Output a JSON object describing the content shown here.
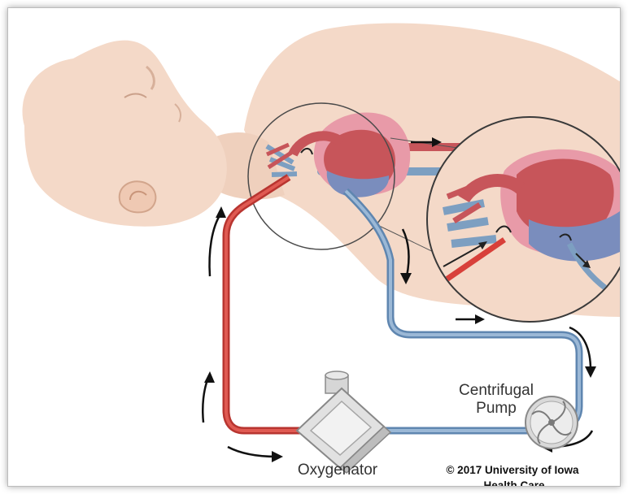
{
  "labels": {
    "pump": [
      "Centrifugal",
      "Pump"
    ],
    "oxygenator": "Oxygenator",
    "copyright": "© 2017 University of Iowa",
    "copyright_cut": "Health Care"
  },
  "colors": {
    "skin": "#f2d6c4",
    "skin_shadow": "#e3bca6",
    "arterial_line": "#d8403a",
    "venous_line": "#7d9fc1",
    "heart_red": "#c7555a",
    "heart_blue": "#7a8dbd",
    "pericardium": "#e89aa8",
    "arrow": "#222222"
  }
}
